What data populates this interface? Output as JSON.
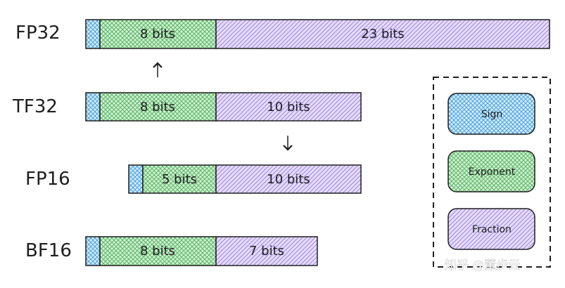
{
  "formats": [
    {
      "name": "FP32",
      "exponent_label": "8 bits",
      "fraction_label": "23 bits"
    },
    {
      "name": "TF32",
      "exponent_label": "8 bits",
      "fraction_label": "10 bits"
    },
    {
      "name": "FP16",
      "exponent_label": "5 bits",
      "fraction_label": "10 bits"
    },
    {
      "name": "BF16",
      "exponent_label": "8 bits",
      "fraction_label": "7 bits"
    }
  ],
  "legend": {
    "sign": "Sign",
    "exponent": "Exponent",
    "fraction": "Fraction"
  },
  "colors": {
    "sign": "#a5d8ff",
    "exponent": "#b2f2bb",
    "fraction": "#d0bfff",
    "stroke": "#1e1e1e"
  },
  "watermark": "知乎 @董步云"
}
